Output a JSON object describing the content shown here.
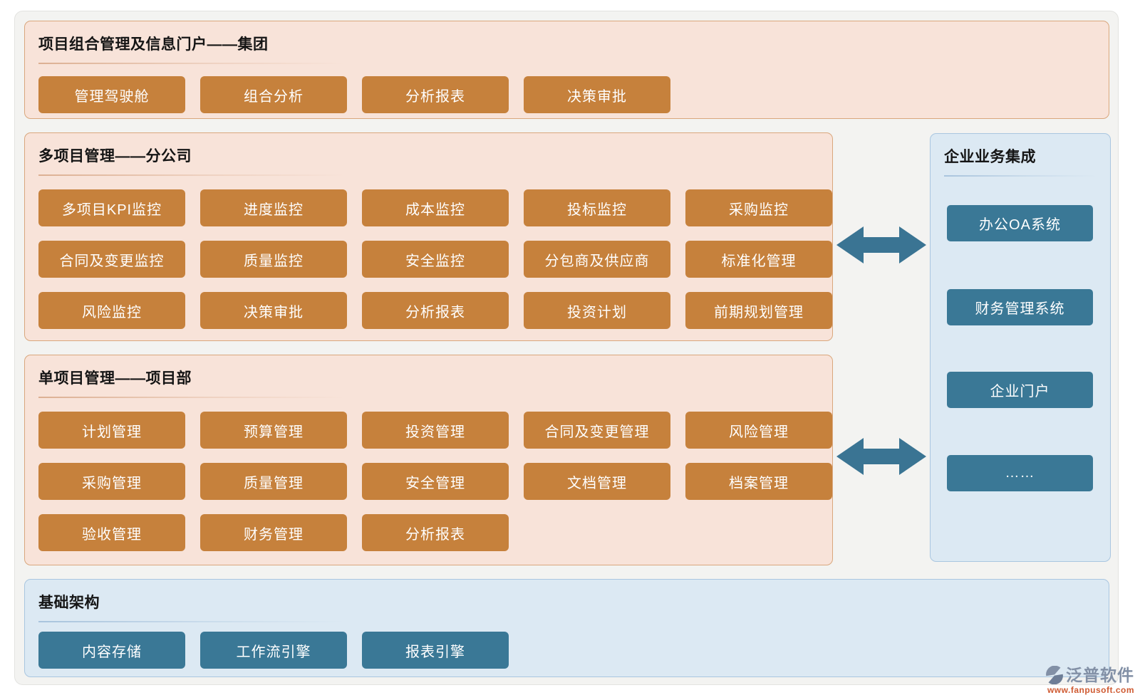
{
  "sections": {
    "portfolio": {
      "title": "项目组合管理及信息门户——集团",
      "buttons": [
        "管理驾驶舱",
        "组合分析",
        "分析报表",
        "决策审批"
      ]
    },
    "multi_project": {
      "title": "多项目管理——分公司",
      "rows": [
        [
          "多项目KPI监控",
          "进度监控",
          "成本监控",
          "投标监控",
          "采购监控"
        ],
        [
          "合同及变更监控",
          "质量监控",
          "安全监控",
          "分包商及供应商",
          "标准化管理"
        ],
        [
          "风险监控",
          "决策审批",
          "分析报表",
          "投资计划",
          "前期规划管理"
        ]
      ]
    },
    "single_project": {
      "title": "单项目管理——项目部",
      "rows": [
        [
          "计划管理",
          "预算管理",
          "投资管理",
          "合同及变更管理",
          "风险管理"
        ],
        [
          "采购管理",
          "质量管理",
          "安全管理",
          "文档管理",
          "档案管理"
        ],
        [
          "验收管理",
          "财务管理",
          "分析报表"
        ]
      ]
    },
    "integration": {
      "title": "企业业务集成",
      "buttons": [
        "办公OA系统",
        "财务管理系统",
        "企业门户",
        "……"
      ]
    },
    "infrastructure": {
      "title": "基础架构",
      "buttons": [
        "内容存储",
        "工作流引擎",
        "报表引擎"
      ]
    }
  },
  "watermark": {
    "brand": "泛普软件",
    "url": "www.fanpusoft.com"
  },
  "colors": {
    "orange_button": "#c6813c",
    "peach_panel_bg": "#f8e3d9",
    "peach_panel_border": "#d9a77d",
    "steel_button": "#3a7896",
    "blue_panel_bg": "#dce9f3",
    "blue_panel_border": "#a9c6e0",
    "arrow": "#3a7493",
    "canvas_bg": "#f3f3f1",
    "brand_text": "#8290a6",
    "url_text": "#cf5a31"
  }
}
